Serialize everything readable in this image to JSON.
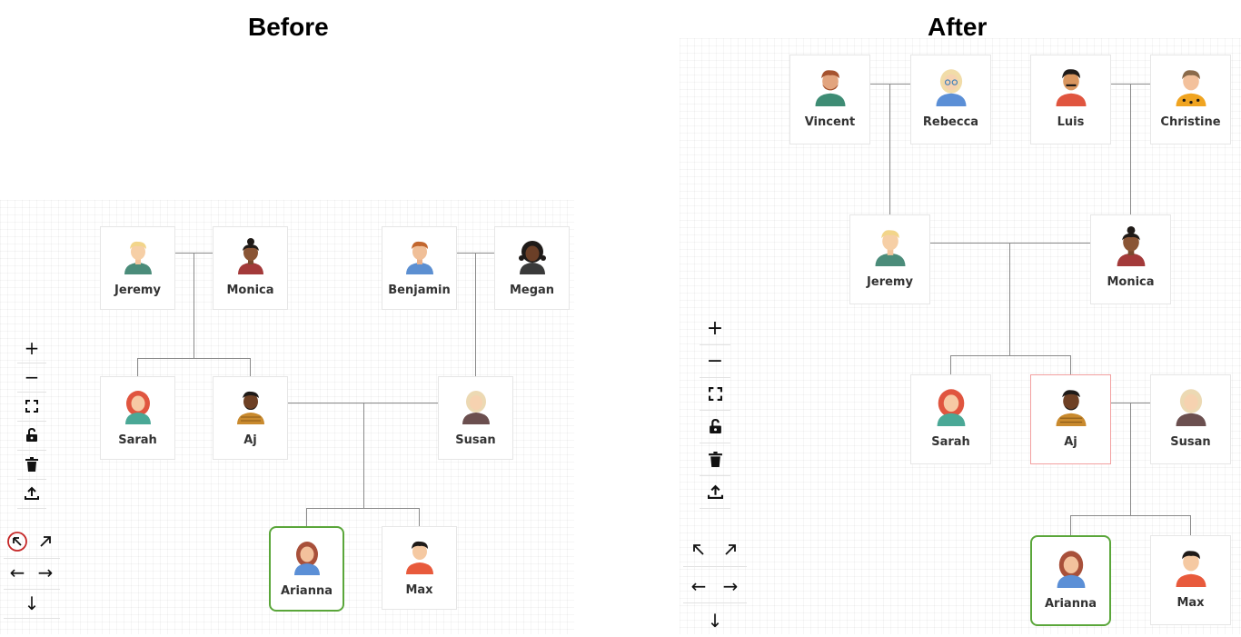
{
  "titles": {
    "before": "Before",
    "after": "After"
  },
  "before": {
    "people": [
      {
        "key": "jeremy",
        "name": "Jeremy"
      },
      {
        "key": "monica",
        "name": "Monica"
      },
      {
        "key": "benjamin",
        "name": "Benjamin"
      },
      {
        "key": "megan",
        "name": "Megan"
      },
      {
        "key": "sarah",
        "name": "Sarah"
      },
      {
        "key": "aj",
        "name": "Aj"
      },
      {
        "key": "susan",
        "name": "Susan"
      },
      {
        "key": "arianna",
        "name": "Arianna",
        "selected": "green"
      },
      {
        "key": "max",
        "name": "Max"
      }
    ],
    "toolbar": [
      "zoom-in-icon",
      "zoom-out-icon",
      "fit-screen-icon",
      "unlock-icon",
      "trash-icon",
      "export-icon"
    ],
    "nav": [
      "arrow-up-left-icon",
      "arrow-up-right-icon",
      "arrow-left-icon",
      "arrow-right-icon",
      "arrow-down-icon"
    ],
    "highlighted_nav": "arrow-up-left-icon"
  },
  "after": {
    "people": [
      {
        "key": "vincent",
        "name": "Vincent"
      },
      {
        "key": "rebecca",
        "name": "Rebecca"
      },
      {
        "key": "luis",
        "name": "Luis"
      },
      {
        "key": "christine",
        "name": "Christine"
      },
      {
        "key": "jeremy",
        "name": "Jeremy"
      },
      {
        "key": "monica",
        "name": "Monica"
      },
      {
        "key": "sarah",
        "name": "Sarah"
      },
      {
        "key": "aj",
        "name": "Aj",
        "selected": "red"
      },
      {
        "key": "susan",
        "name": "Susan"
      },
      {
        "key": "arianna",
        "name": "Arianna",
        "selected": "green"
      },
      {
        "key": "max",
        "name": "Max"
      }
    ],
    "toolbar": [
      "zoom-in-icon",
      "zoom-out-icon",
      "fit-screen-icon",
      "unlock-icon",
      "trash-icon",
      "export-icon"
    ],
    "nav": [
      "arrow-up-left-icon",
      "arrow-up-right-icon",
      "arrow-left-icon",
      "arrow-right-icon",
      "arrow-down-icon"
    ]
  },
  "colors": {
    "selected_green": "#5aa63a",
    "selected_red": "#f2a0a0",
    "connector": "#8a8a8a",
    "nav_highlight": "#c62828"
  }
}
